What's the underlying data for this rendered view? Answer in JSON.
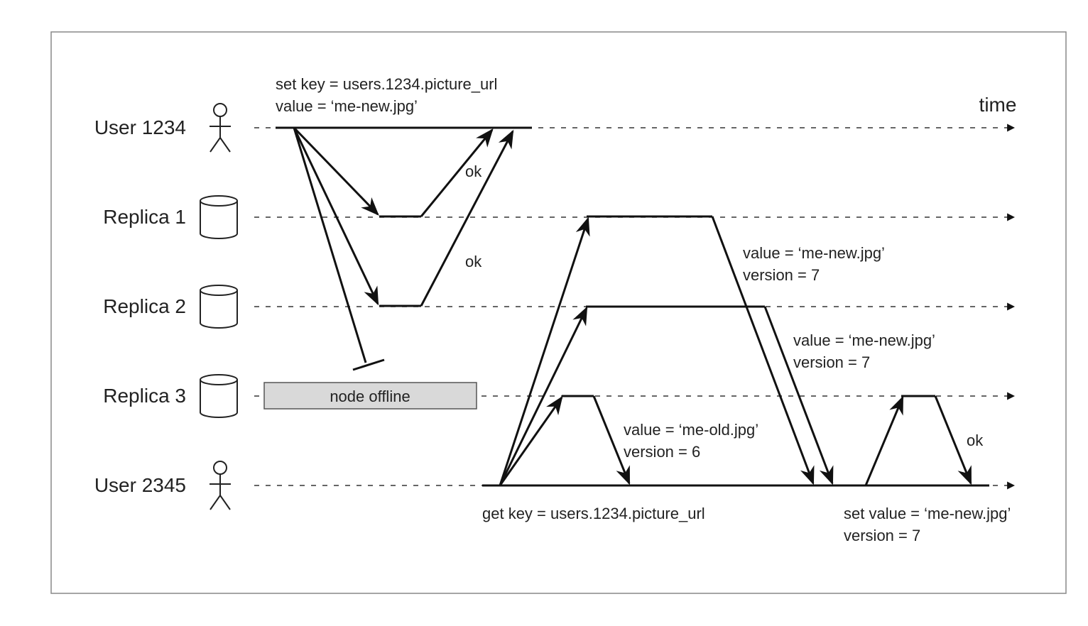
{
  "time_label": "time",
  "rows": {
    "user_1234": "User 1234",
    "replica_1": "Replica 1",
    "replica_2": "Replica 2",
    "replica_3": "Replica 3",
    "user_2345": "User 2345"
  },
  "offline_label": "node offline",
  "write_request": {
    "line1": "set key = users.1234.picture_url",
    "line2": "value = ‘me-new.jpg’"
  },
  "ack_labels": {
    "replica_1": "ok",
    "replica_2": "ok",
    "repair": "ok"
  },
  "read_request": "get key = users.1234.picture_url",
  "read_responses": {
    "replica_1": {
      "line1": "value = ‘me-new.jpg’",
      "line2": "version = 7"
    },
    "replica_2": {
      "line1": "value = ‘me-new.jpg’",
      "line2": "version = 7"
    },
    "replica_3": {
      "line1": "value = ‘me-old.jpg’",
      "line2": "version = 6"
    }
  },
  "read_repair": {
    "line1": "set value = ‘me-new.jpg’",
    "line2": "version = 7"
  },
  "colors": {
    "frame": "#888888",
    "offline_fill": "#d9d9d9"
  }
}
